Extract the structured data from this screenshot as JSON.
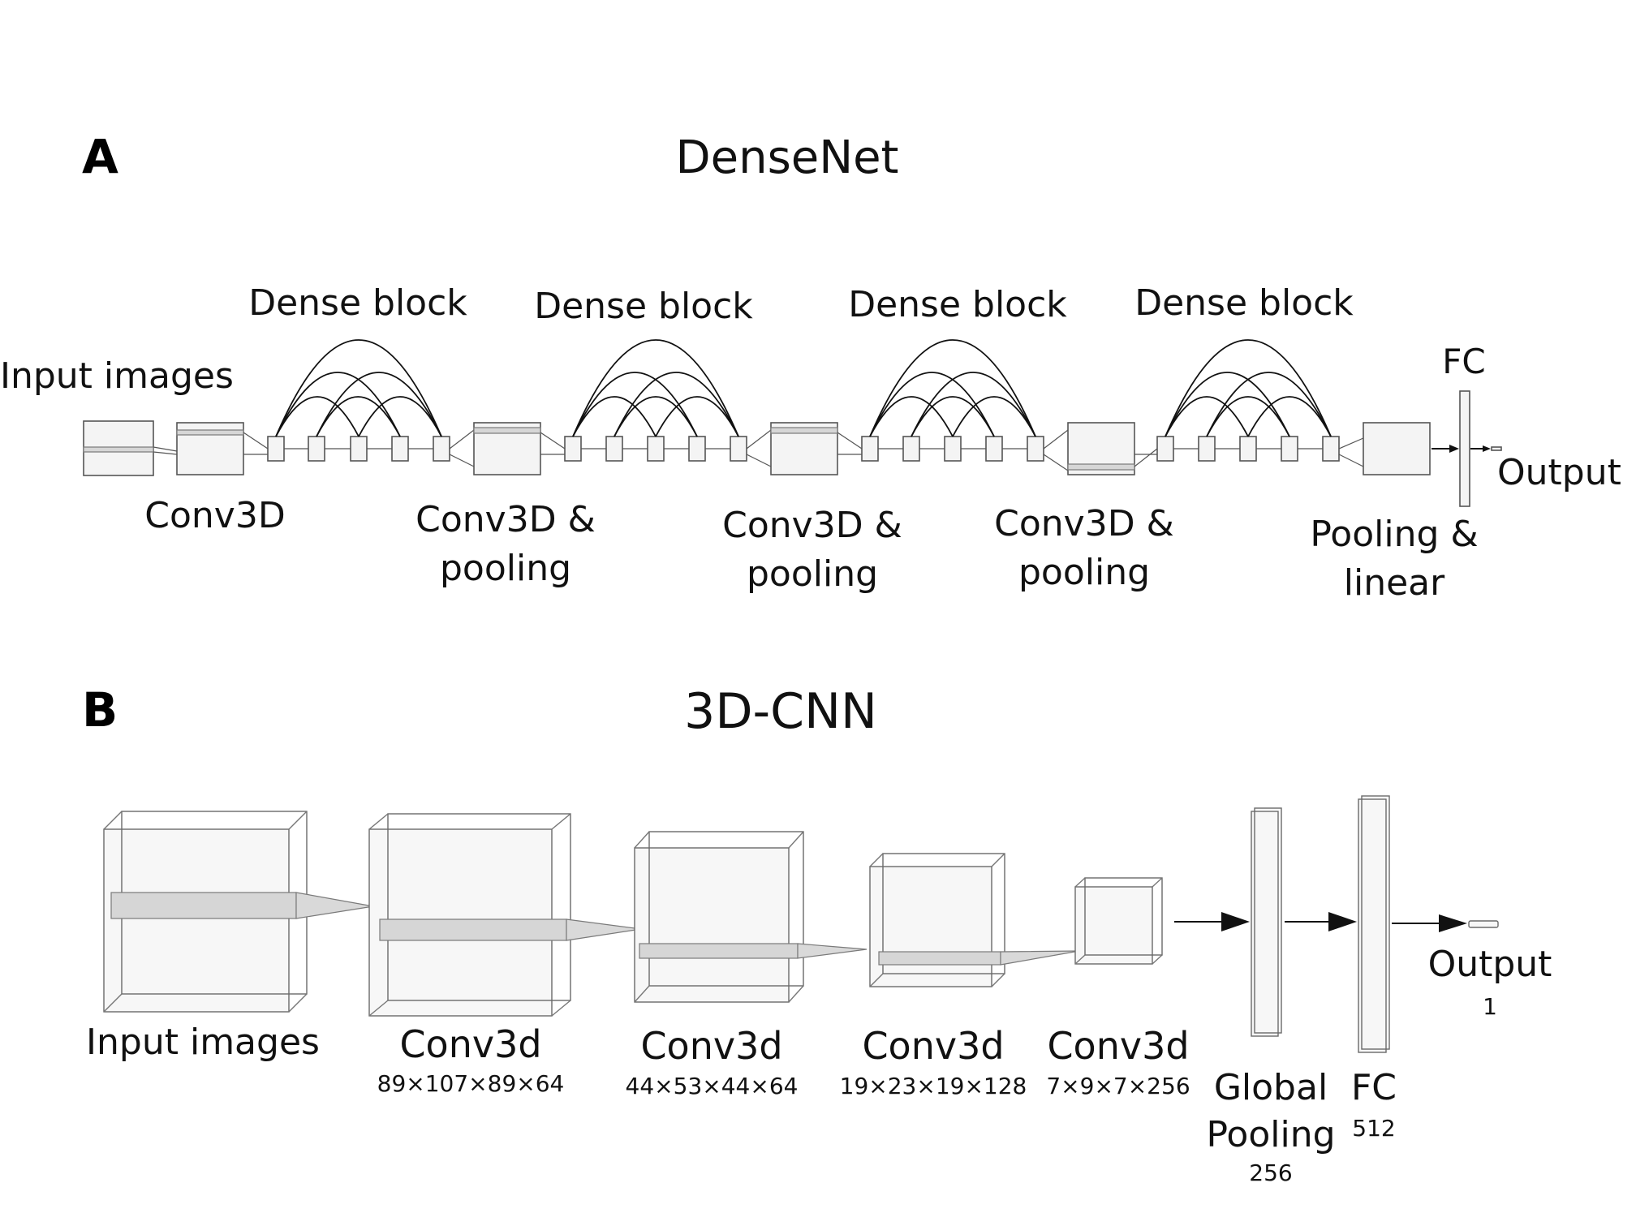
{
  "panel_a": {
    "letter": "A",
    "title": "DenseNet",
    "input_label": "Input images",
    "conv_label": "Conv3D",
    "dense_block_label": "Dense block",
    "transition_line1": "Conv3D &",
    "transition_line2": "pooling",
    "pool_line1": "Pooling &",
    "pool_line2": "linear",
    "fc_label": "FC",
    "output_label": "Output"
  },
  "panel_b": {
    "letter": "B",
    "title": "3D-CNN",
    "input_label": "Input images",
    "conv_label": "Conv3d",
    "conv1_dims": "89×107×89×64",
    "conv2_dims": "44×53×44×64",
    "conv3_dims": "19×23×19×128",
    "conv4_dims": "7×9×7×256",
    "gp_line1": "Global",
    "gp_line2": "Pooling",
    "gp_dims": "256",
    "fc_label": "FC",
    "fc_dims": "512",
    "output_label": "Output",
    "output_dims": "1"
  }
}
